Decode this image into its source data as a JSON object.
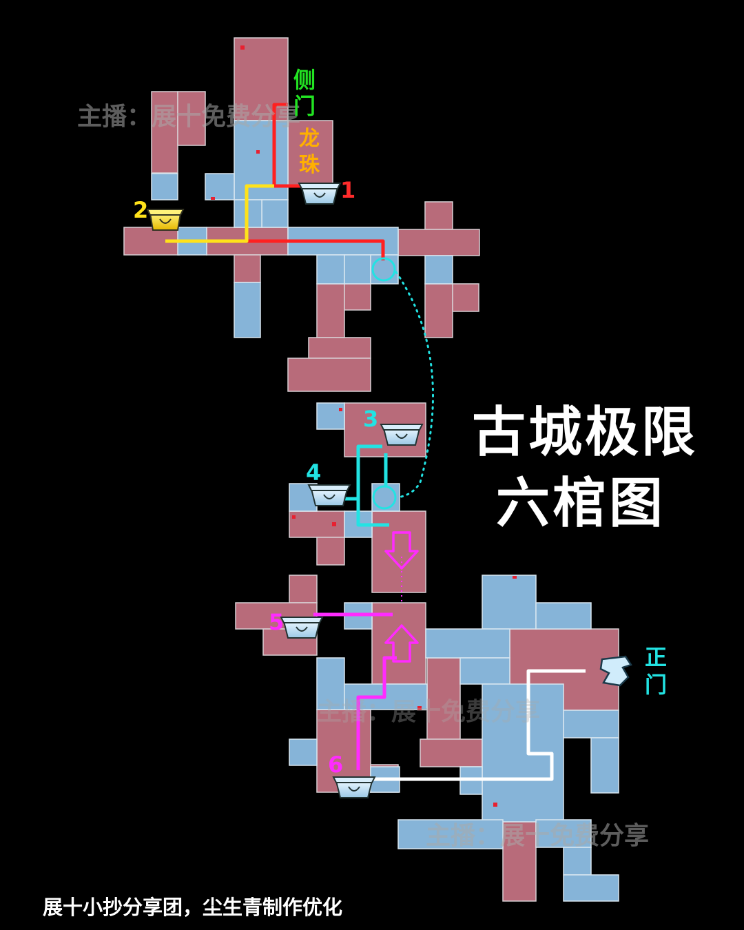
{
  "title": {
    "line1": "古城极限",
    "line2": "六棺图"
  },
  "watermark": "主播：展十免费分享",
  "credit": "展十小抄分享团，尘生青制作优化",
  "labels": {
    "side_door": [
      "侧",
      "门"
    ],
    "dragon_orb": [
      "龙",
      "珠"
    ],
    "main_door": [
      "正",
      "门"
    ]
  },
  "coffins": [
    {
      "number": "1",
      "color": "#ff2b2b"
    },
    {
      "number": "2",
      "color": "#ffe21a"
    },
    {
      "number": "3",
      "color": "#22e3e3"
    },
    {
      "number": "4",
      "color": "#22e3e3"
    },
    {
      "number": "5",
      "color": "#ff2bff"
    },
    {
      "number": "6",
      "color": "#ff2bff"
    }
  ],
  "colors": {
    "background": "#000000",
    "room_red": "#b86b7a",
    "room_blue": "#86b4d8",
    "path_red": "#ff2020",
    "path_yellow": "#ffe21a",
    "path_cyan": "#22e3e3",
    "path_magenta": "#ff2bff",
    "path_white": "#ffffff",
    "label_green": "#22e322",
    "label_orange": "#ffb000",
    "label_cyan": "#22e3e3"
  }
}
